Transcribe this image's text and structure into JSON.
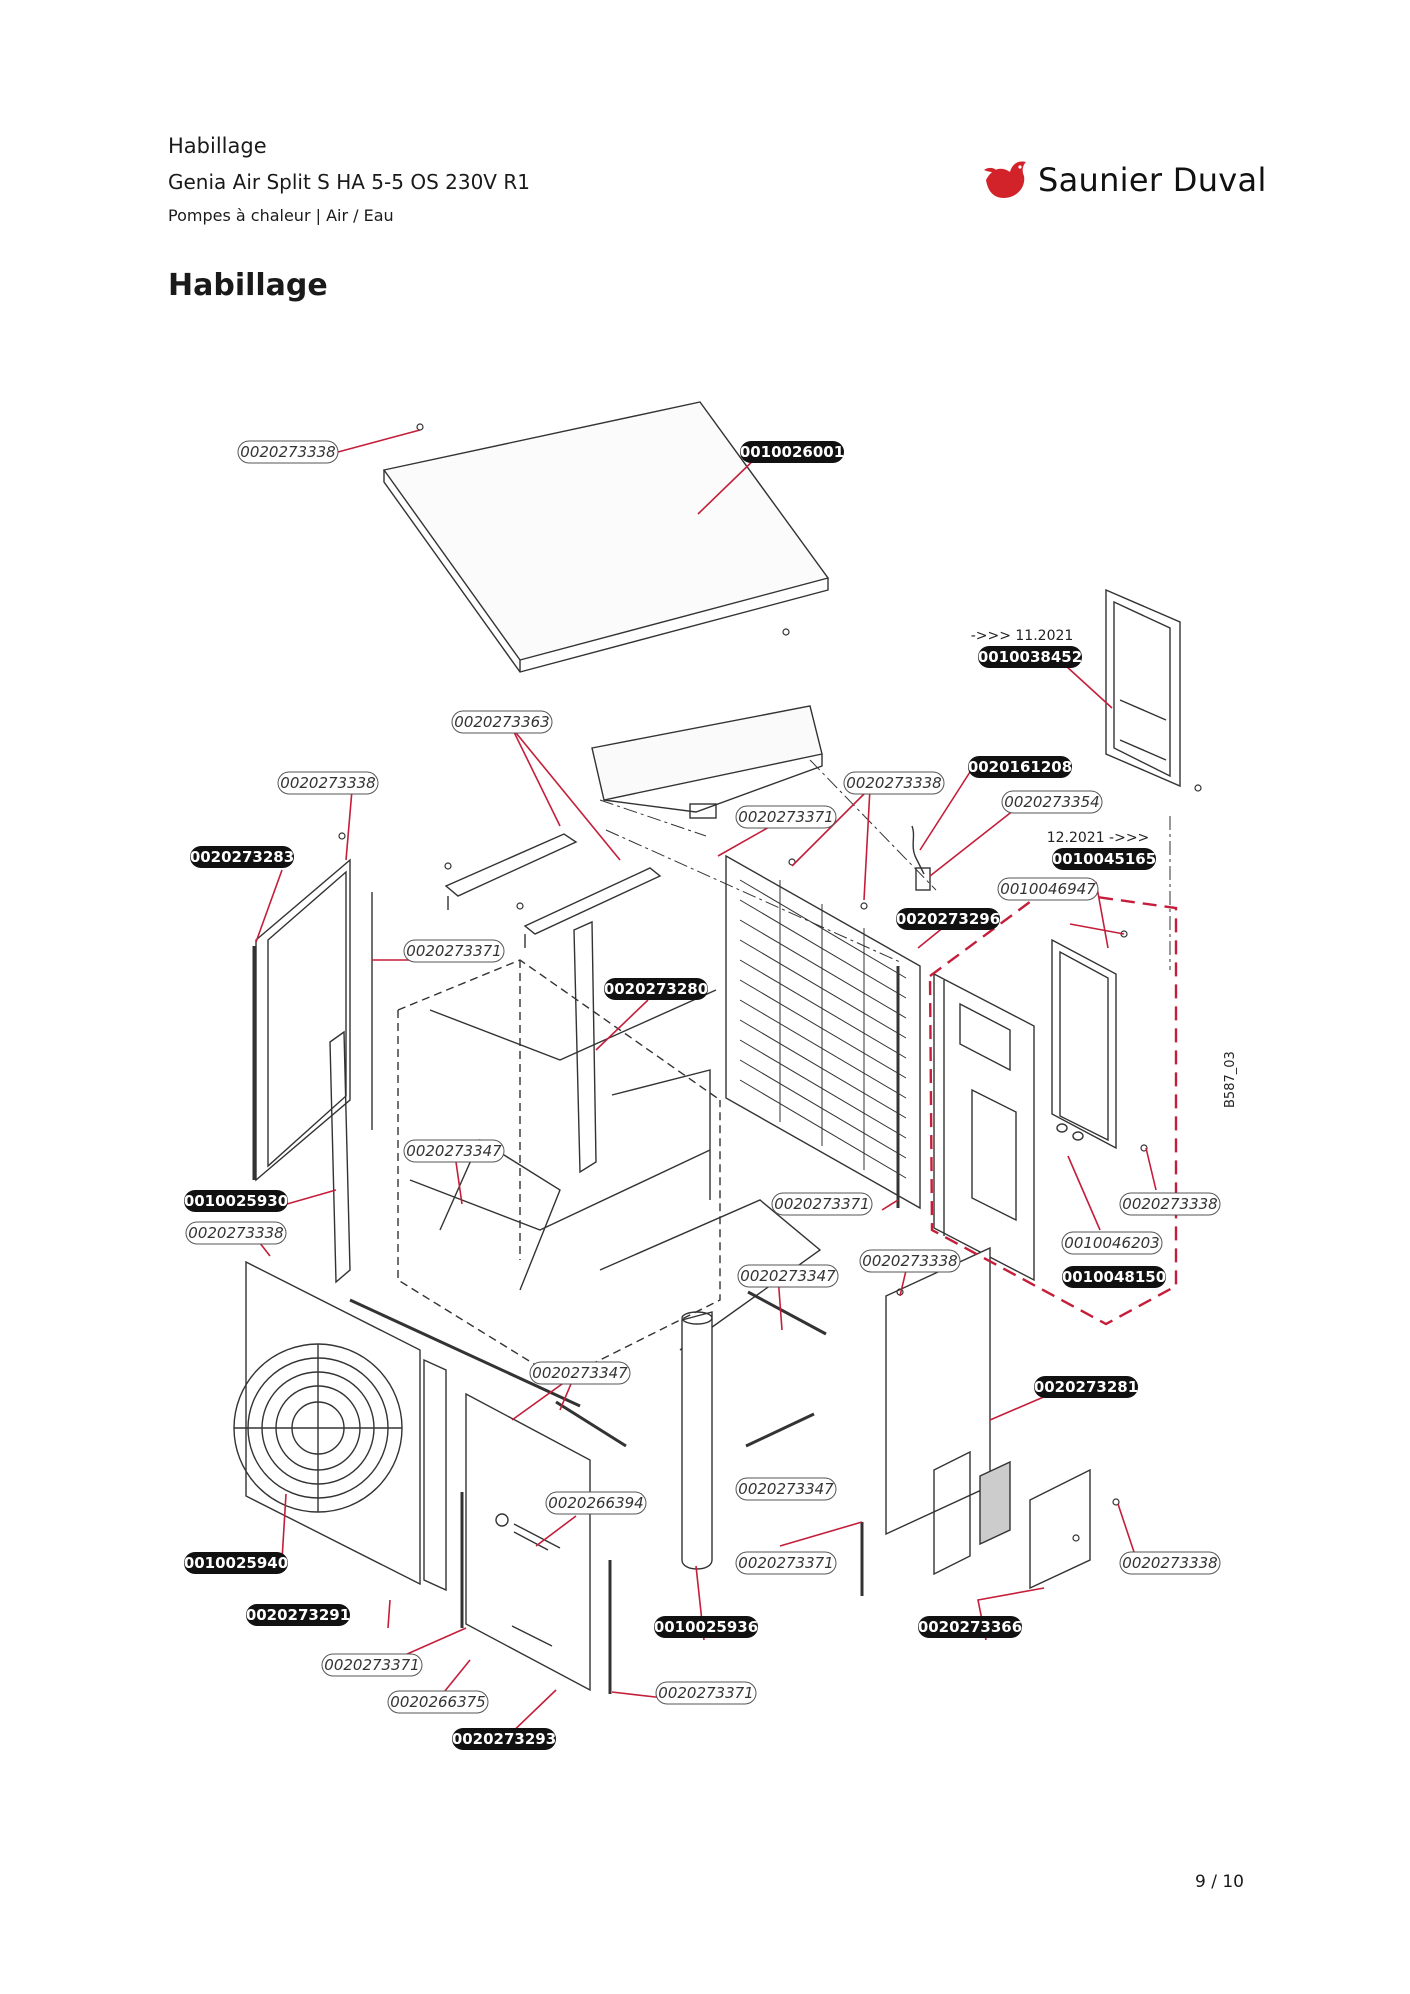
{
  "header": {
    "line1": "Habillage",
    "line2": "Genia Air Split S HA 5-5 OS 230V R1",
    "line3": "Pompes à chaleur | Air / Eau"
  },
  "brand": {
    "name": "Saunier Duval",
    "color": "#d2232a"
  },
  "page_title": "Habillage",
  "diagram": {
    "drawing_code": "B587_03",
    "date_notes": [
      "->>> 11.2021",
      "12.2021 ->>>"
    ],
    "part_numbers": [
      "0020273338",
      "0010026001",
      "0020273363",
      "0010038452",
      "0020273338",
      "0020161208",
      "0020273338",
      "0020273371",
      "0020273354",
      "0020273283",
      "0010045165",
      "0010046947",
      "0020273296",
      "0020273371",
      "0020273280",
      "0020273347",
      "0010025930",
      "0020273338",
      "0020273371",
      "0020273338",
      "0020273338",
      "0010046203",
      "0020273347",
      "0010048150",
      "0020273347",
      "0020273281",
      "0020266394",
      "0020273347",
      "0010025940",
      "0020273371",
      "0020273338",
      "0020273291",
      "0010025936",
      "0020273366",
      "0020273371",
      "0020266375",
      "0020273371",
      "0020273293"
    ],
    "label_types": [
      "outline",
      "highlighted"
    ],
    "accent_color": "#c41e3a",
    "line_color": "#333333"
  },
  "page_number": "9 / 10"
}
